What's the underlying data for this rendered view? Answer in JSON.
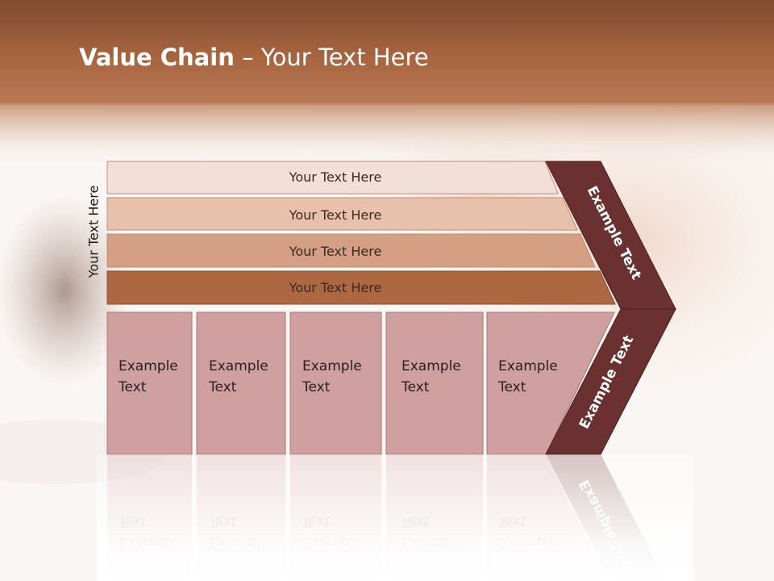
{
  "slide": {
    "title_bold": "Value Chain",
    "title_rest": " – Your Text Here",
    "side_label": "Your Text Here"
  },
  "bars": [
    {
      "label": "Your Text Here",
      "color": "#f2dfd8"
    },
    {
      "label": "Your Text Here",
      "color": "#e8c1ad"
    },
    {
      "label": "Your Text Here",
      "color": "#d49f82"
    },
    {
      "label": "Your Text Here",
      "color": "#ac6840"
    }
  ],
  "boxes": [
    {
      "line1": "Example",
      "line2": "Text"
    },
    {
      "line1": "Example",
      "line2": "Text"
    },
    {
      "line1": "Example",
      "line2": "Text"
    },
    {
      "line1": "Example",
      "line2": "Text"
    },
    {
      "line1": "Example",
      "line2": "Text"
    }
  ],
  "chevron": {
    "top_label": "Example Text",
    "bottom_label": "Example Text",
    "color": "#6b3030"
  },
  "colors": {
    "header": "#a3603a",
    "box_fill": "#d0a0a1"
  }
}
